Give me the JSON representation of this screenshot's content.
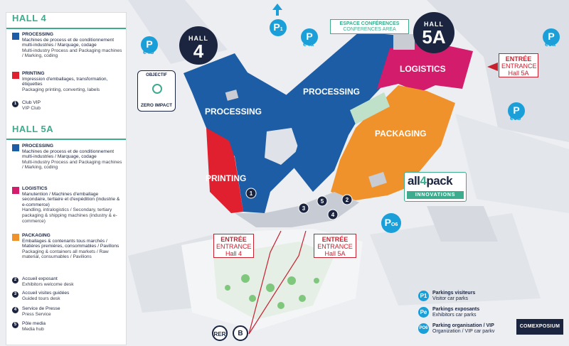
{
  "legend": {
    "hall4": {
      "title_prefix": "HALL ",
      "title_num": "4",
      "items": [
        {
          "name_fr": "PROCESSING",
          "desc_fr": "Machines de process et de conditionnement multi-industries / Marquage, codage",
          "desc_en": "Multi-industry Process and Packaging machines / Marking, coding",
          "color": "#1c5da5"
        },
        {
          "name_fr": "PRINTING",
          "desc_fr": "Impression d'emballages, transformation, étiquettes",
          "desc_en": "Packaging printing, converting, labels",
          "color": "#e0202e"
        }
      ],
      "club": {
        "num": "1",
        "fr": "Club VIP",
        "en": "VIP Club"
      }
    },
    "hall5a": {
      "title_prefix": "HALL ",
      "title_num": "5A",
      "items": [
        {
          "name_fr": "PROCESSING",
          "desc_fr": "Machines de process et de conditionnement multi-industries / Marquage, codage",
          "desc_en": "Multi-industry Process and Packaging machines / Marking, coding",
          "color": "#1c5da5"
        },
        {
          "name_fr": "LOGISTICS",
          "desc_fr": "Manutention / Machines d'emballage secondaire, tertiaire et d'expédition (industrie & e-commerce)",
          "desc_en": "Handling, intralogistics / Secondary, tertiary packaging & shipping machines (industry & e-commerce)",
          "color": "#d31c6b"
        },
        {
          "name_fr": "PACKAGING",
          "desc_fr": "Emballages & contenants tous marchés / Matières premières, consommables / Pavillons",
          "desc_en": "Packaging & containers all markets / Raw material, consumables / Pavilions",
          "color": "#f0922c"
        }
      ],
      "services": [
        {
          "num": "2",
          "fr": "Accueil exposant",
          "en": "Exhibitors welcome desk"
        },
        {
          "num": "3",
          "fr": "Accueil visites guidées",
          "en": "Guided tours desk"
        },
        {
          "num": "4",
          "fr": "Service de Presse",
          "en": "Press Service"
        },
        {
          "num": "5",
          "fr": "Pôle media",
          "en": "Media hub"
        }
      ]
    }
  },
  "map": {
    "hall4_badge": {
      "word": "HALL",
      "num": "4"
    },
    "hall5a_badge": {
      "word": "HALL",
      "num": "5A"
    },
    "zones": {
      "processing_4": "PROCESSING",
      "processing_5a": "PROCESSING",
      "printing": "PRINTING",
      "logistics": "LOGISTICS",
      "packaging": "PACKAGING"
    },
    "conference": {
      "fr": "ESPACE CONFÉRENCES",
      "en": "CONFERENCES AREA"
    },
    "zero_impact": {
      "top": "OBJECTIF",
      "bottom": "ZERO IMPACT"
    },
    "all4pack": {
      "logo_a": "all",
      "logo_4": "4",
      "logo_b": "pack",
      "sub": "INNOVATIONS"
    },
    "entrances": [
      {
        "fr": "ENTRÉE",
        "en": "ENTRANCE",
        "hall": "Hall 4"
      },
      {
        "fr": "ENTRÉE",
        "en": "ENTRANCE",
        "hall": "Hall 5A"
      },
      {
        "fr": "ENTRÉE",
        "en": "ENTRANCE",
        "hall": "Hall 5A"
      }
    ],
    "parkings": [
      {
        "p": "P",
        "sub": "1"
      },
      {
        "p": "P",
        "sub": "e4b"
      },
      {
        "p": "P",
        "sub": "e4a"
      },
      {
        "p": "P",
        "sub": "e6a"
      },
      {
        "p": "P",
        "sub": "e6b"
      },
      {
        "p": "P",
        "sub": "O6"
      }
    ],
    "map_numbers": [
      "1",
      "2",
      "3",
      "4",
      "5"
    ],
    "transit": {
      "rer": "RER",
      "bus": "B"
    },
    "brand": "COMEXPOSIUM"
  },
  "parking_legend": [
    {
      "icon": "P1",
      "fr": "Parkings visiteurs",
      "en": "Visitor car parks"
    },
    {
      "icon": "Pe",
      "fr": "Parkings exposants",
      "en": "Exhibitors car parks"
    },
    {
      "icon": "PO6",
      "fr": "Parking organisation / VIP",
      "en": "Organization / VIP car parkv"
    }
  ],
  "colors": {
    "processing": "#1c5da5",
    "printing": "#e0202e",
    "logistics": "#d31c6b",
    "packaging": "#f0922c",
    "accent_green": "#3dab8e",
    "navy": "#1b2540",
    "parking_blue": "#1a9fd9"
  }
}
